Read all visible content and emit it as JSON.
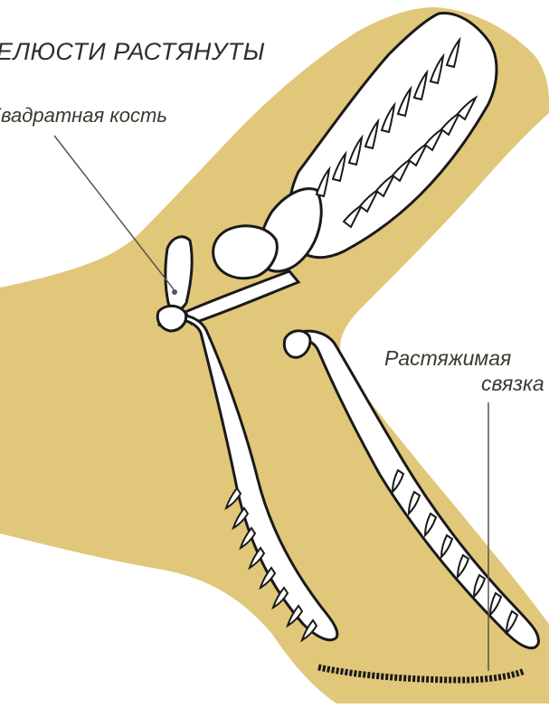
{
  "figure": {
    "title": "ЕЛЮСТИ РАСТЯНУТЫ",
    "quadrate_label": "Квадратная кость",
    "ligament_label_line1": "Растяжимая",
    "ligament_label_line2": "связка"
  },
  "colors": {
    "skin": "#e1c77a",
    "bone": "#ffffff",
    "ink": "#1a1a1a",
    "label_text": "#3a3a30"
  }
}
